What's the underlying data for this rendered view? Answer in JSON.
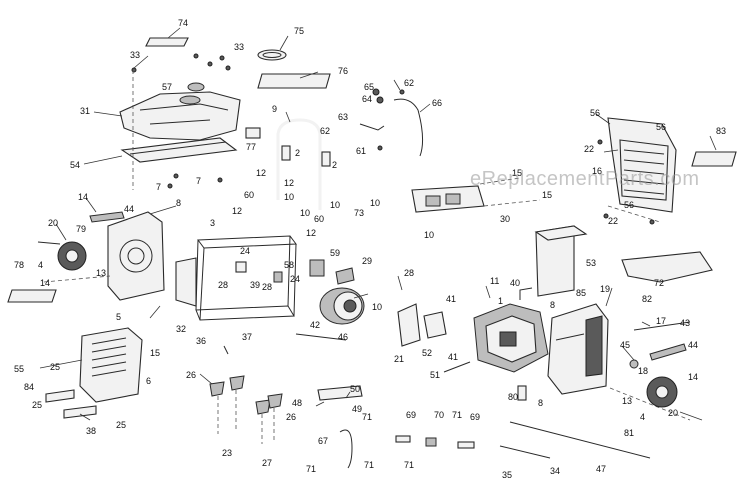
{
  "watermark": "eReplacementParts.com",
  "callouts": {
    "c74": "74",
    "c75": "75",
    "c76": "76",
    "c33a": "33",
    "c33b": "33",
    "c57": "57",
    "c31": "31",
    "c9": "9",
    "c2a": "2",
    "c2b": "2",
    "c54": "54",
    "c77": "77",
    "c7a": "7",
    "c7b": "7",
    "c65": "65",
    "c62a": "62",
    "c64": "64",
    "c66": "66",
    "c63": "63",
    "c62b": "62",
    "c61": "61",
    "c56a": "56",
    "c56b": "56",
    "c83": "83",
    "c22a": "22",
    "c16": "16",
    "c56c": "56",
    "c22b": "22",
    "c15a": "15",
    "c15b": "15",
    "c30": "30",
    "c10a": "10",
    "c10b": "10",
    "c10c": "10",
    "c10d": "10",
    "c10e": "10",
    "c12a": "12",
    "c12b": "12",
    "c12c": "12",
    "c12d": "12",
    "c60a": "60",
    "c60b": "60",
    "c73": "73",
    "c14a": "14",
    "c44a": "44",
    "c8a": "8",
    "c3": "3",
    "c20a": "20",
    "c79": "79",
    "c4a": "4",
    "c13a": "13",
    "c78": "78",
    "c14b": "14",
    "c5": "5",
    "c59": "59",
    "c29": "29",
    "c58": "58",
    "c24a": "24",
    "c24b": "24",
    "c28a": "28",
    "c39": "39",
    "c28b": "28",
    "c28c": "28",
    "c32": "32",
    "c37": "37",
    "c42": "42",
    "c46": "46",
    "c10f": "10",
    "c15c": "15",
    "c36": "36",
    "c53": "53",
    "c72": "72",
    "c11": "11",
    "c40": "40",
    "c41a": "41",
    "c41b": "41",
    "c1": "1",
    "c8b": "8",
    "c8c": "8",
    "c85": "85",
    "c19": "19",
    "c82": "82",
    "c17": "17",
    "c43": "43",
    "c44b": "44",
    "c45": "45",
    "c18": "18",
    "c14c": "14",
    "c13b": "13",
    "c4b": "4",
    "c20b": "20",
    "c81": "81",
    "c21": "21",
    "c52": "52",
    "c51": "51",
    "c80": "80",
    "c55": "55",
    "c25a": "25",
    "c6": "6",
    "c84": "84",
    "c25b": "25",
    "c38": "38",
    "c25c": "25",
    "c26a": "26",
    "c26b": "26",
    "c23": "23",
    "c27": "27",
    "c48": "48",
    "c50": "50",
    "c49": "49",
    "c69a": "69",
    "c70": "70",
    "c71a": "71",
    "c69b": "69",
    "c67": "67",
    "c71b": "71",
    "c71c": "71",
    "c71d": "71",
    "c71e": "71",
    "c35": "35",
    "c34": "34",
    "c47": "47"
  }
}
